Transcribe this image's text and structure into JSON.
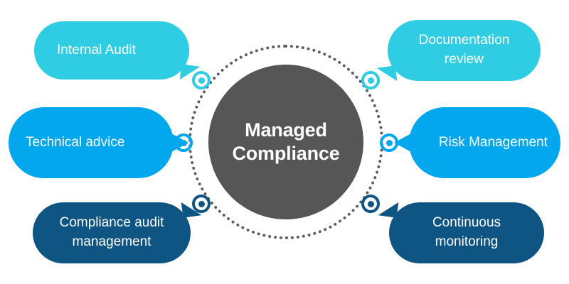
{
  "diagram": {
    "title": "Managed Compliance",
    "hub": {
      "label": "Managed\nCompliance",
      "color": "#565656",
      "text_color": "#ffffff",
      "ring_style": "dotted",
      "ring_color": "#5a5a64"
    },
    "palette": {
      "cyan": "#2ecde3",
      "blue": "#02a7ed",
      "navy": "#0f5584",
      "gray": "#565656",
      "white": "#ffffff"
    },
    "nodes": [
      {
        "name": "node-internal-audit",
        "color": "#2ecde3"
      },
      {
        "name": "node-documentation-review",
        "color": "#2ecde3"
      },
      {
        "name": "node-technical-advice",
        "color": "#02a7ed"
      },
      {
        "name": "node-risk-management",
        "color": "#02a7ed"
      },
      {
        "name": "node-compliance-audit-management",
        "color": "#0f5584"
      },
      {
        "name": "node-continuous-monitoring",
        "color": "#0f5584"
      }
    ],
    "items": [
      {
        "id": "internal-audit",
        "label": "Internal Audit",
        "color": "#2ecde3",
        "position": "top-left",
        "tail": "bottom-right"
      },
      {
        "id": "documentation-review",
        "label": "Documentation\nreview",
        "color": "#2ecde3",
        "position": "top-right",
        "tail": "bottom-left"
      },
      {
        "id": "technical-advice",
        "label": "Technical advice",
        "color": "#02a7ed",
        "position": "middle-left",
        "tail": "right"
      },
      {
        "id": "risk-management",
        "label": "Risk Management",
        "color": "#02a7ed",
        "position": "middle-right",
        "tail": "left"
      },
      {
        "id": "compliance-audit-management",
        "label": "Compliance audit\nmanagement",
        "color": "#0f5584",
        "position": "bottom-left",
        "tail": "top-right"
      },
      {
        "id": "continuous-monitoring",
        "label": "Continuous\nmonitoring",
        "color": "#0f5584",
        "position": "bottom-right",
        "tail": "top-left"
      }
    ]
  }
}
